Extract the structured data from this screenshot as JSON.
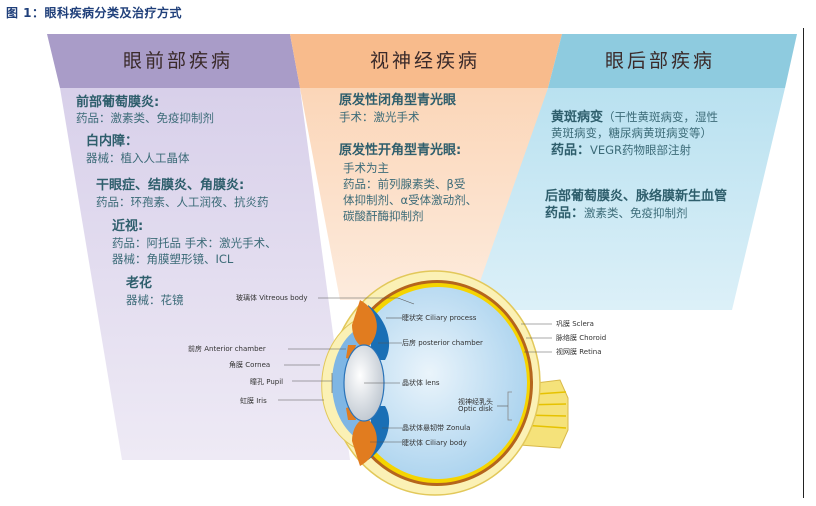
{
  "figure": {
    "title": "图 1：眼科疾病分类及治疗方式"
  },
  "sections": [
    {
      "header": "眼前部疾病",
      "color_header": "#a99cc8",
      "color_body": "#ddd6ec",
      "items": [
        {
          "disease": "前部葡萄膜炎:",
          "treatment": "药品：激素类、免疫抑制剂"
        },
        {
          "disease": "白内障：",
          "treatment": "器械：植入人工晶体"
        },
        {
          "disease": "干眼症、结膜炎、角膜炎:",
          "treatment": "药品：环孢素、人工润夜、抗炎药"
        },
        {
          "disease": "近视:",
          "treatment": "药品：阿托品 手术：激光手术、",
          "treatment2": "器械：角膜塑形镜、ICL"
        },
        {
          "disease": "老花",
          "treatment": "器械：花镜"
        }
      ]
    },
    {
      "header": "视神经疾病",
      "color_header": "#f8bb8c",
      "color_body": "#fbdcc4",
      "items": [
        {
          "disease": "原发性闭角型青光眼",
          "treatment": "手术：激光手术"
        },
        {
          "disease": "原发性开角型青光眼:",
          "treatment": "手术为主",
          "treatment2": "药品：前列腺素类、β受",
          "treatment3": "体抑制剂、α受体激动剂、",
          "treatment4": "碳酸酐酶抑制剂"
        }
      ]
    },
    {
      "header": "眼后部疾病",
      "color_header": "#8ecbdf",
      "color_body": "#c4e6f3",
      "items": [
        {
          "disease": "黄斑病变",
          "note": "（干性黄斑病变，湿性",
          "note2": "黄斑病变，糖尿病黄斑病变等）",
          "treatment_label": "药品：",
          "treatment": "VEGR药物眼部注射"
        },
        {
          "disease": "后部葡萄膜炎、脉络膜新生血管",
          "treatment_label": "药品：",
          "treatment": "激素类、免疫抑制剂"
        }
      ]
    }
  ],
  "eye_labels": {
    "vitreous": "玻璃体 Vitreous body",
    "ciliary_process": "睫状突 Ciliary process",
    "posterior_chamber": "后房 posterior chamber",
    "anterior_chamber": "前房 Anterior chamber",
    "cornea": "角膜 Cornea",
    "pupil": "瞳孔 Pupil",
    "iris": "虹膜 Iris",
    "lens": "晶状体 lens",
    "optic_disk_cn": "视神经乳头",
    "optic_disk_en": "Optic disk",
    "zonula": "晶状体悬韧带 Zonula",
    "ciliary_body": "睫状体 Ciliary body",
    "sclera": "巩膜 Sclera",
    "choroid": "脉络膜 Choroid",
    "retina": "视网膜 Retina"
  }
}
